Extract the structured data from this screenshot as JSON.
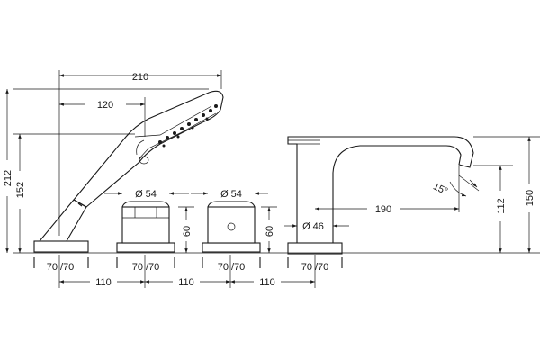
{
  "labels": {
    "d210": "210",
    "d120": "120",
    "d212": "212",
    "d152": "152",
    "dia54a": "Ø 54",
    "dia54b": "Ø 54",
    "d60a": "60",
    "d60b": "60",
    "dia46": "Ø 46",
    "d190": "190",
    "deg15": "15°",
    "d112": "112",
    "d150": "150",
    "base1": "70 /70",
    "base2": "70 /70",
    "base3": "70 /70",
    "base4": "70 /70",
    "d110a": "110",
    "d110b": "110",
    "d110c": "110"
  }
}
